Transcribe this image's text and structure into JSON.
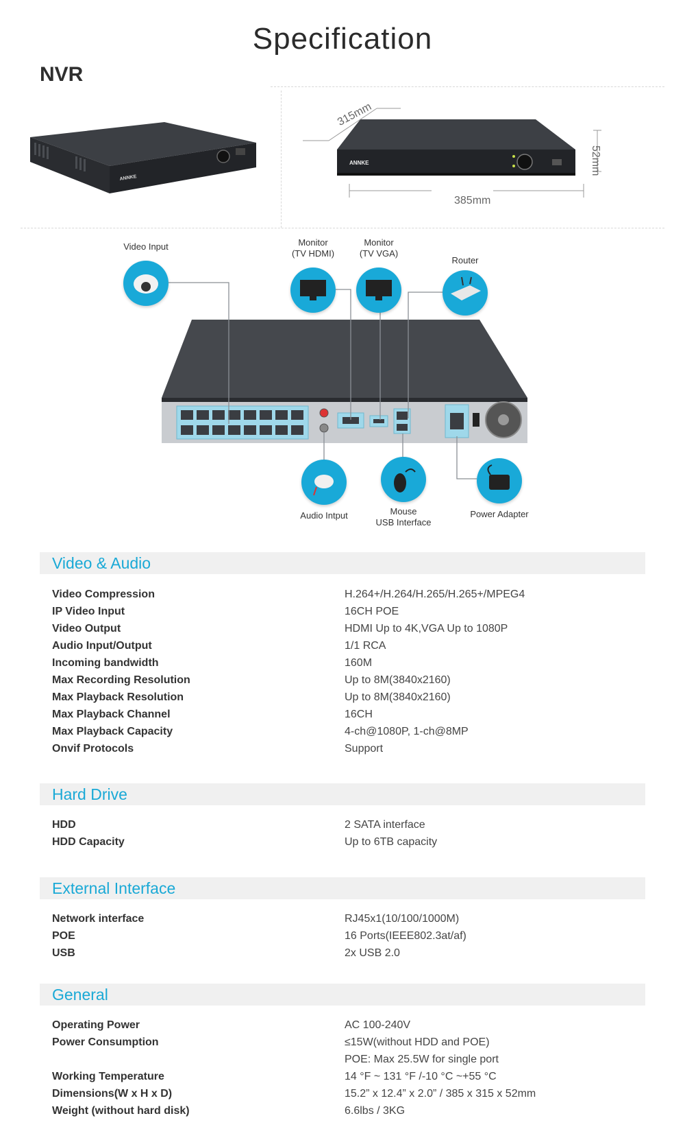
{
  "title": "Specification",
  "product_label": "NVR",
  "brand": "ANNKE",
  "dimensions": {
    "depth": "315mm",
    "width": "385mm",
    "height": "52mm"
  },
  "diagram": {
    "video_input": "Video Input",
    "monitor_hdmi": [
      "Monitor",
      "(TV HDMI)"
    ],
    "monitor_vga": [
      "Monitor",
      "(TV VGA)"
    ],
    "router": "Router",
    "audio_input": "Audio Intput",
    "mouse": [
      "Mouse",
      "USB Interface"
    ],
    "power": "Power Adapter"
  },
  "sections": [
    {
      "title": "Video & Audio",
      "rows": [
        {
          "k": "Video Compression",
          "v": "H.264+/H.264/H.265/H.265+/MPEG4"
        },
        {
          "k": "IP Video Input",
          "v": "16CH POE"
        },
        {
          "k": "Video Output",
          "v": "HDMI Up to 4K,VGA Up to 1080P"
        },
        {
          "k": "Audio Input/Output",
          "v": "1/1 RCA"
        },
        {
          "k": "Incoming bandwidth",
          "v": "160M"
        },
        {
          "k": "Max Recording Resolution",
          "v": "Up to 8M(3840x2160)"
        },
        {
          "k": "Max Playback Resolution",
          "v": "Up to 8M(3840x2160)"
        },
        {
          "k": "Max Playback Channel",
          "v": "16CH"
        },
        {
          "k": "Max Playback Capacity",
          "v": "4-ch@1080P, 1-ch@8MP"
        },
        {
          "k": "Onvif Protocols",
          "v": "Support"
        }
      ]
    },
    {
      "title": "Hard Drive",
      "rows": [
        {
          "k": "HDD",
          "v": "2 SATA interface"
        },
        {
          "k": "HDD Capacity",
          "v": "Up to 6TB capacity"
        }
      ]
    },
    {
      "title": "External Interface",
      "rows": [
        {
          "k": "Network interface",
          "v": "RJ45x1(10/100/1000M)"
        },
        {
          "k": "POE",
          "v": "16 Ports(IEEE802.3at/af)"
        },
        {
          "k": "USB",
          "v": "2x USB 2.0"
        }
      ]
    },
    {
      "title": "General",
      "rows": [
        {
          "k": "Operating Power",
          "v": "AC 100-240V"
        },
        {
          "k": "Power Consumption",
          "v": "≤15W(without HDD and POE)"
        },
        {
          "k": "",
          "v": "POE: Max 25.5W for single port"
        },
        {
          "k": "Working Temperature",
          "v": "14 °F ~ 131 °F /-10 °C ~+55 °C"
        },
        {
          "k": "Dimensions(W x H x D)",
          "v": "15.2” x 12.4” x 2.0” / 385 x 315 x 52mm"
        },
        {
          "k": "Weight (without hard disk)",
          "v": "6.6lbs / 3KG"
        }
      ]
    }
  ]
}
